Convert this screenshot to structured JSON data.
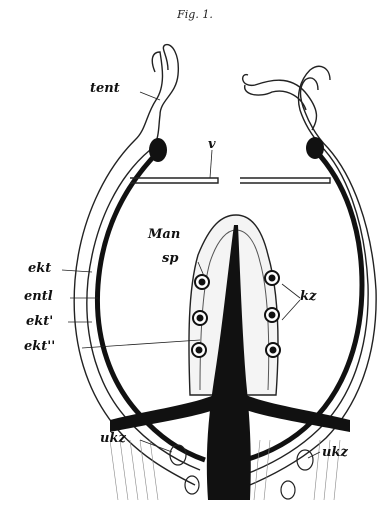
{
  "figure": {
    "title": "Fig. 1.",
    "labels": {
      "tent": "tent",
      "v": "v",
      "man": "Man",
      "sp": "sp",
      "ekt": "ekt",
      "entl": "entl",
      "ekt1": "ekt'",
      "ekt2": "ekt''",
      "kz": "kz",
      "ukz_left": "ukz",
      "ukz_right": "ukz"
    }
  }
}
